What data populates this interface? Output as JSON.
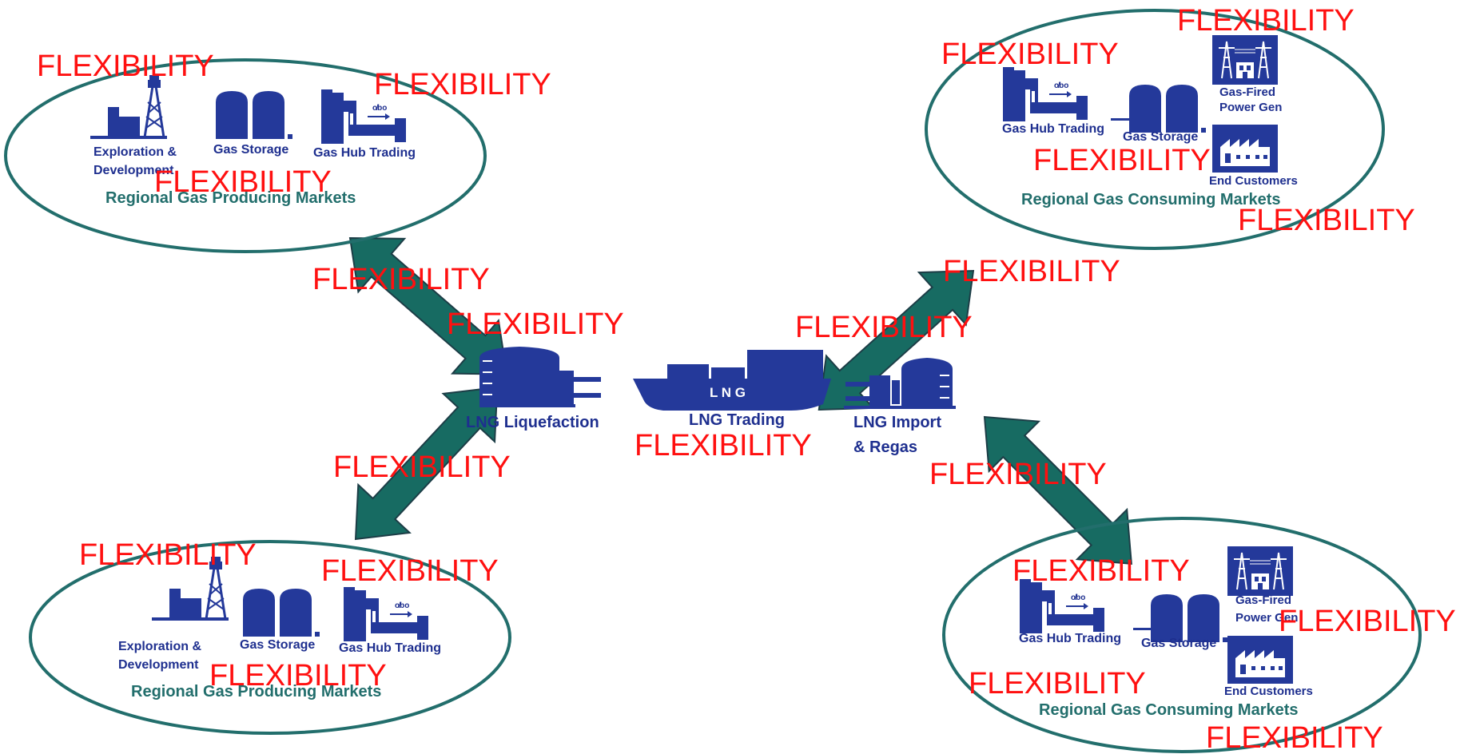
{
  "flex_word": "FLEXIBILITY",
  "colors": {
    "icon": "#24399a",
    "label": "#1e2f8f",
    "region": "#226e6c",
    "arrow": "#176b62",
    "overlay": "#ff1010"
  },
  "regions": {
    "producing_top": {
      "title": "Regional Gas Producing Markets",
      "exploration_line1": "Exploration &",
      "exploration_line2": "Development",
      "storage": "Gas Storage",
      "hub": "Gas Hub Trading"
    },
    "producing_bottom": {
      "title": "Regional Gas Producing Markets",
      "exploration_line1": "Exploration &",
      "exploration_line2": "Development",
      "storage": "Gas Storage",
      "hub": "Gas Hub Trading"
    },
    "consuming_top": {
      "title": "Regional Gas Consuming Markets",
      "hub": "Gas Hub Trading",
      "storage": "Gas Storage",
      "power_line1": "Gas-Fired",
      "power_line2": "Power Gen",
      "customers": "End Customers"
    },
    "consuming_bottom": {
      "title": "Regional Gas Consuming Markets",
      "hub": "Gas Hub Trading",
      "storage": "Gas Storage",
      "power_line1": "Gas-Fired",
      "power_line2": "Power Gen",
      "customers": "End Customers"
    }
  },
  "center": {
    "liquefaction": "LNG Liquefaction",
    "ship_text": "L N G",
    "trading": "LNG Trading",
    "import_line1": "LNG Import",
    "import_line2": "& Regas"
  },
  "icon_names": [
    "drilling-rig-icon",
    "gas-storage-tanks-icon",
    "gas-hub-pipeline-icon",
    "power-plant-icon",
    "factory-icon",
    "lng-plant-icon",
    "lng-ship-icon",
    "regas-terminal-icon"
  ]
}
